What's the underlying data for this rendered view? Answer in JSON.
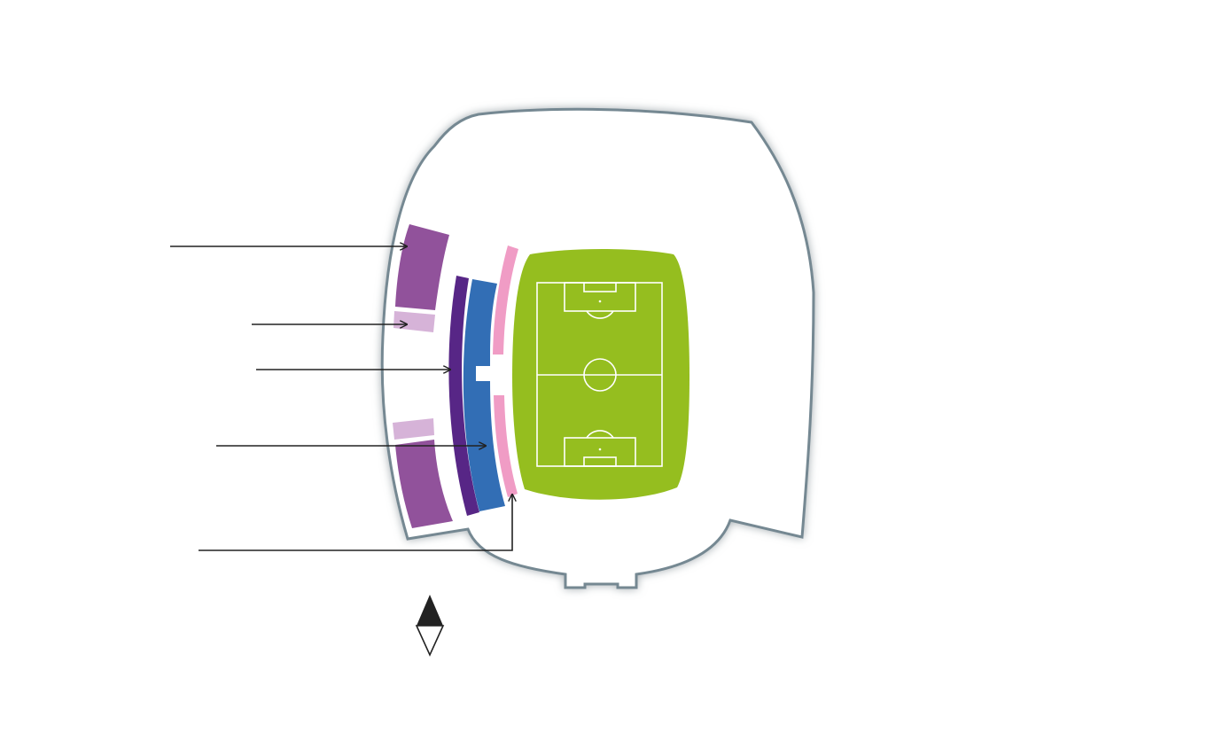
{
  "map": {
    "colors": {
      "background": "#ffffff",
      "stadium_fill": "#ffffff",
      "stadium_outline": "#748892",
      "stadium_shadow": "#9aa3a8",
      "pitch": "#95be1f",
      "pitch_lines": "#ffffff",
      "upper_tier_purple": "#91529b",
      "light_purple": "#d6b3d8",
      "dark_purple": "#572686",
      "blue": "#326eb5",
      "pink": "#f09cc5",
      "arrows": "#222222",
      "compass_fill": "#222222",
      "compass_outline": "#222222"
    },
    "callouts": [
      {
        "name": "callout-upper-purple-sector",
        "target": "upper-purple-sector"
      },
      {
        "name": "callout-light-purple-sector",
        "target": "light-purple-sector"
      },
      {
        "name": "callout-dark-purple-ring",
        "target": "dark-purple-ring"
      },
      {
        "name": "callout-blue-tier",
        "target": "blue-tier"
      },
      {
        "name": "callout-pink-pitchside",
        "target": "pink-pitchside"
      }
    ],
    "compass": {
      "icon": "north-arrow-icon"
    }
  }
}
